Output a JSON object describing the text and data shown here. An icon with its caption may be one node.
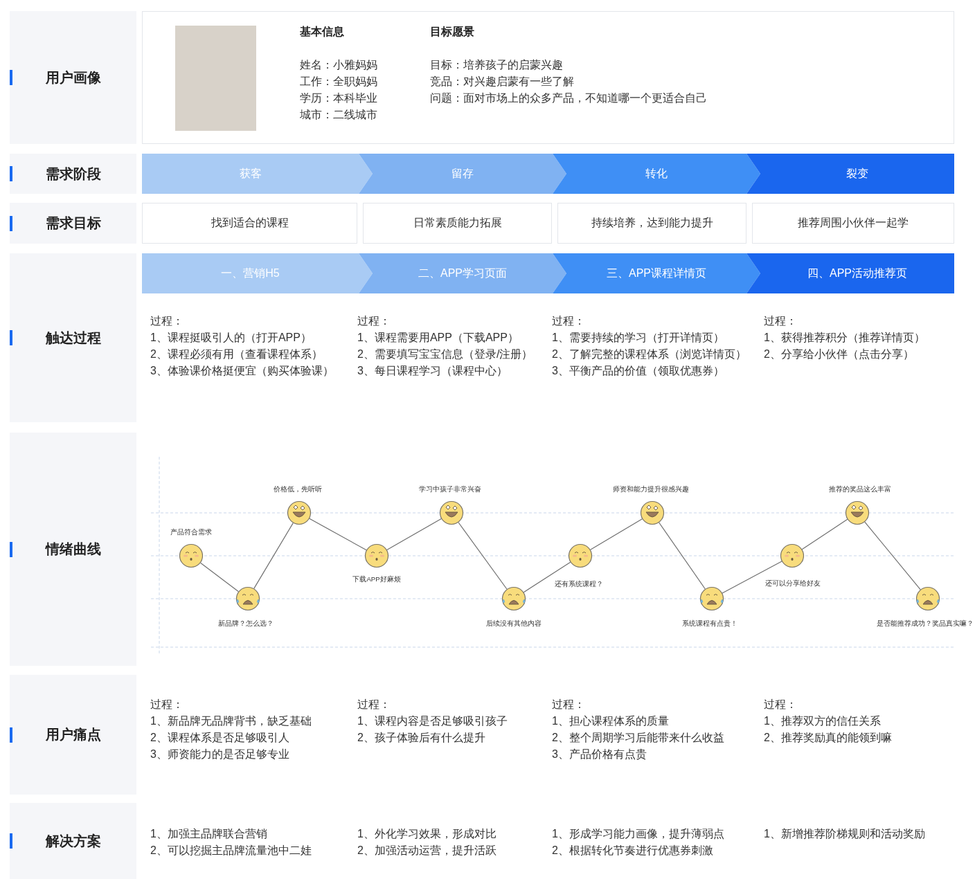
{
  "diagram": {
    "nodes": [
      {
        "text": [
          "用户画像"
        ]
      },
      {
        "text": [
          "基本信息",
          "姓名：小雅妈妈",
          "工作：全职妈妈",
          "学历：本科毕业",
          "城市：二线城市",
          "目标愿景",
          "目标：培养孩子的启蒙兴趣",
          "竞品：对兴趣启蒙有一些了解",
          "问题：面对市场上的众多产品，不知道哪一个更适合自己"
        ]
      },
      {
        "text": [
          "需求阶段"
        ]
      },
      {
        "text": [
          "获客"
        ]
      },
      {
        "text": [
          "留存"
        ]
      },
      {
        "text": [
          "转化"
        ]
      },
      {
        "text": [
          "裂变"
        ]
      },
      {
        "text": [
          "需求目标"
        ]
      },
      {
        "text": [
          "找到适合的课程"
        ]
      },
      {
        "text": [
          "日常素质能力拓展"
        ]
      },
      {
        "text": [
          "持续培养，达到能力提升"
        ]
      },
      {
        "text": [
          "推荐周围小伙伴一起学"
        ]
      },
      {
        "text": [
          "触达过程"
        ]
      },
      {
        "text": [
          "一、营销H5"
        ]
      },
      {
        "text": [
          "二、APP学习页面"
        ]
      },
      {
        "text": [
          "三、APP课程详情页"
        ]
      },
      {
        "text": [
          "四、APP活动推荐页"
        ]
      },
      {
        "text": [
          "情绪曲线"
        ]
      },
      {
        "text": [],
        "shape": "circle",
        "beside": [
          "产品符合需求"
        ]
      },
      {
        "text": [],
        "shape": "circle",
        "beside": [
          "新品牌？怎么选？"
        ]
      },
      {
        "text": [],
        "shape": "circle",
        "beside": [
          "价格低，先听听"
        ]
      },
      {
        "text": [],
        "shape": "circle",
        "beside": [
          "下载APP好麻烦"
        ]
      },
      {
        "text": [],
        "shape": "circle",
        "beside": [
          "学习中孩子非常兴奋"
        ]
      },
      {
        "text": [],
        "shape": "circle",
        "beside": [
          "后续没有其他内容"
        ]
      },
      {
        "text": [],
        "shape": "circle",
        "beside": [
          "还有系统课程？"
        ]
      },
      {
        "text": [],
        "shape": "circle",
        "beside": [
          "师资和能力提升很感兴趣"
        ]
      },
      {
        "text": [],
        "shape": "circle",
        "beside": [
          "系统课程有点贵！"
        ]
      },
      {
        "text": [],
        "shape": "circle",
        "beside": [
          "还可以分享给好友"
        ]
      },
      {
        "text": [],
        "shape": "circle",
        "beside": [
          "推荐的奖品这么丰富"
        ]
      },
      {
        "text": [],
        "shape": "circle",
        "beside": [
          "是否能推荐成功？奖品真实嘛？"
        ]
      },
      {
        "text": [
          "用户痛点"
        ]
      },
      {
        "text": [
          "解决方案"
        ]
      }
    ],
    "edges": [
      {
        "from": 18,
        "to": 19,
        "arrow": "none"
      },
      {
        "from": 19,
        "to": 20,
        "arrow": "none"
      },
      {
        "from": 20,
        "to": 21,
        "arrow": "none"
      },
      {
        "from": 21,
        "to": 22,
        "arrow": "none"
      },
      {
        "from": 22,
        "to": 23,
        "arrow": "none"
      },
      {
        "from": 23,
        "to": 24,
        "arrow": "none"
      },
      {
        "from": 24,
        "to": 25,
        "arrow": "none"
      },
      {
        "from": 25,
        "to": 26,
        "arrow": "none"
      },
      {
        "from": 26,
        "to": 27,
        "arrow": "none"
      },
      {
        "from": 27,
        "to": 28,
        "arrow": "none"
      },
      {
        "from": 28,
        "to": 29,
        "arrow": "none"
      }
    ],
    "labels": [
      "过程：",
      "1、课程挺吸引人的（打开APP）",
      "2、课程必须有用（查看课程体系）",
      "3、体验课价格挺便宜（购买体验课）",
      "过程：",
      "1、课程需要用APP（下载APP）",
      "2、需要填写宝宝信息（登录/注册）",
      "3、每日课程学习（课程中心）",
      "过程：",
      "1、需要持续的学习（打开详情页）",
      "2、了解完整的课程体系（浏览详情页）",
      "3、平衡产品的价值（领取优惠券）",
      "过程：",
      "1、获得推荐积分（推荐详情页）",
      "2、分享给小伙伴（点击分享）",
      "过程：",
      "1、新品牌无品牌背书，缺乏基础",
      "2、课程体系是否足够吸引人",
      "3、师资能力的是否足够专业",
      "过程：",
      "1、课程内容是否足够吸引孩子",
      "2、孩子体验后有什么提升",
      "过程：",
      "1、担心课程体系的质量",
      "2、整个周期学习后能带来什么收益",
      "3、产品价格有点贵",
      "过程：",
      "1、推荐双方的信任关系",
      "2、推荐奖励真的能领到嘛",
      "1、加强主品牌联合营销",
      "2、可以挖掘主品牌流量池中二娃",
      "1、外化学习效果，形成对比",
      "2、加强活动运营，提升活跃",
      "1、形成学习能力画像，提升薄弱点",
      "2、根据转化节奏进行优惠券刺激",
      "1、新增推荐阶梯规则和活动奖励"
    ]
  }
}
